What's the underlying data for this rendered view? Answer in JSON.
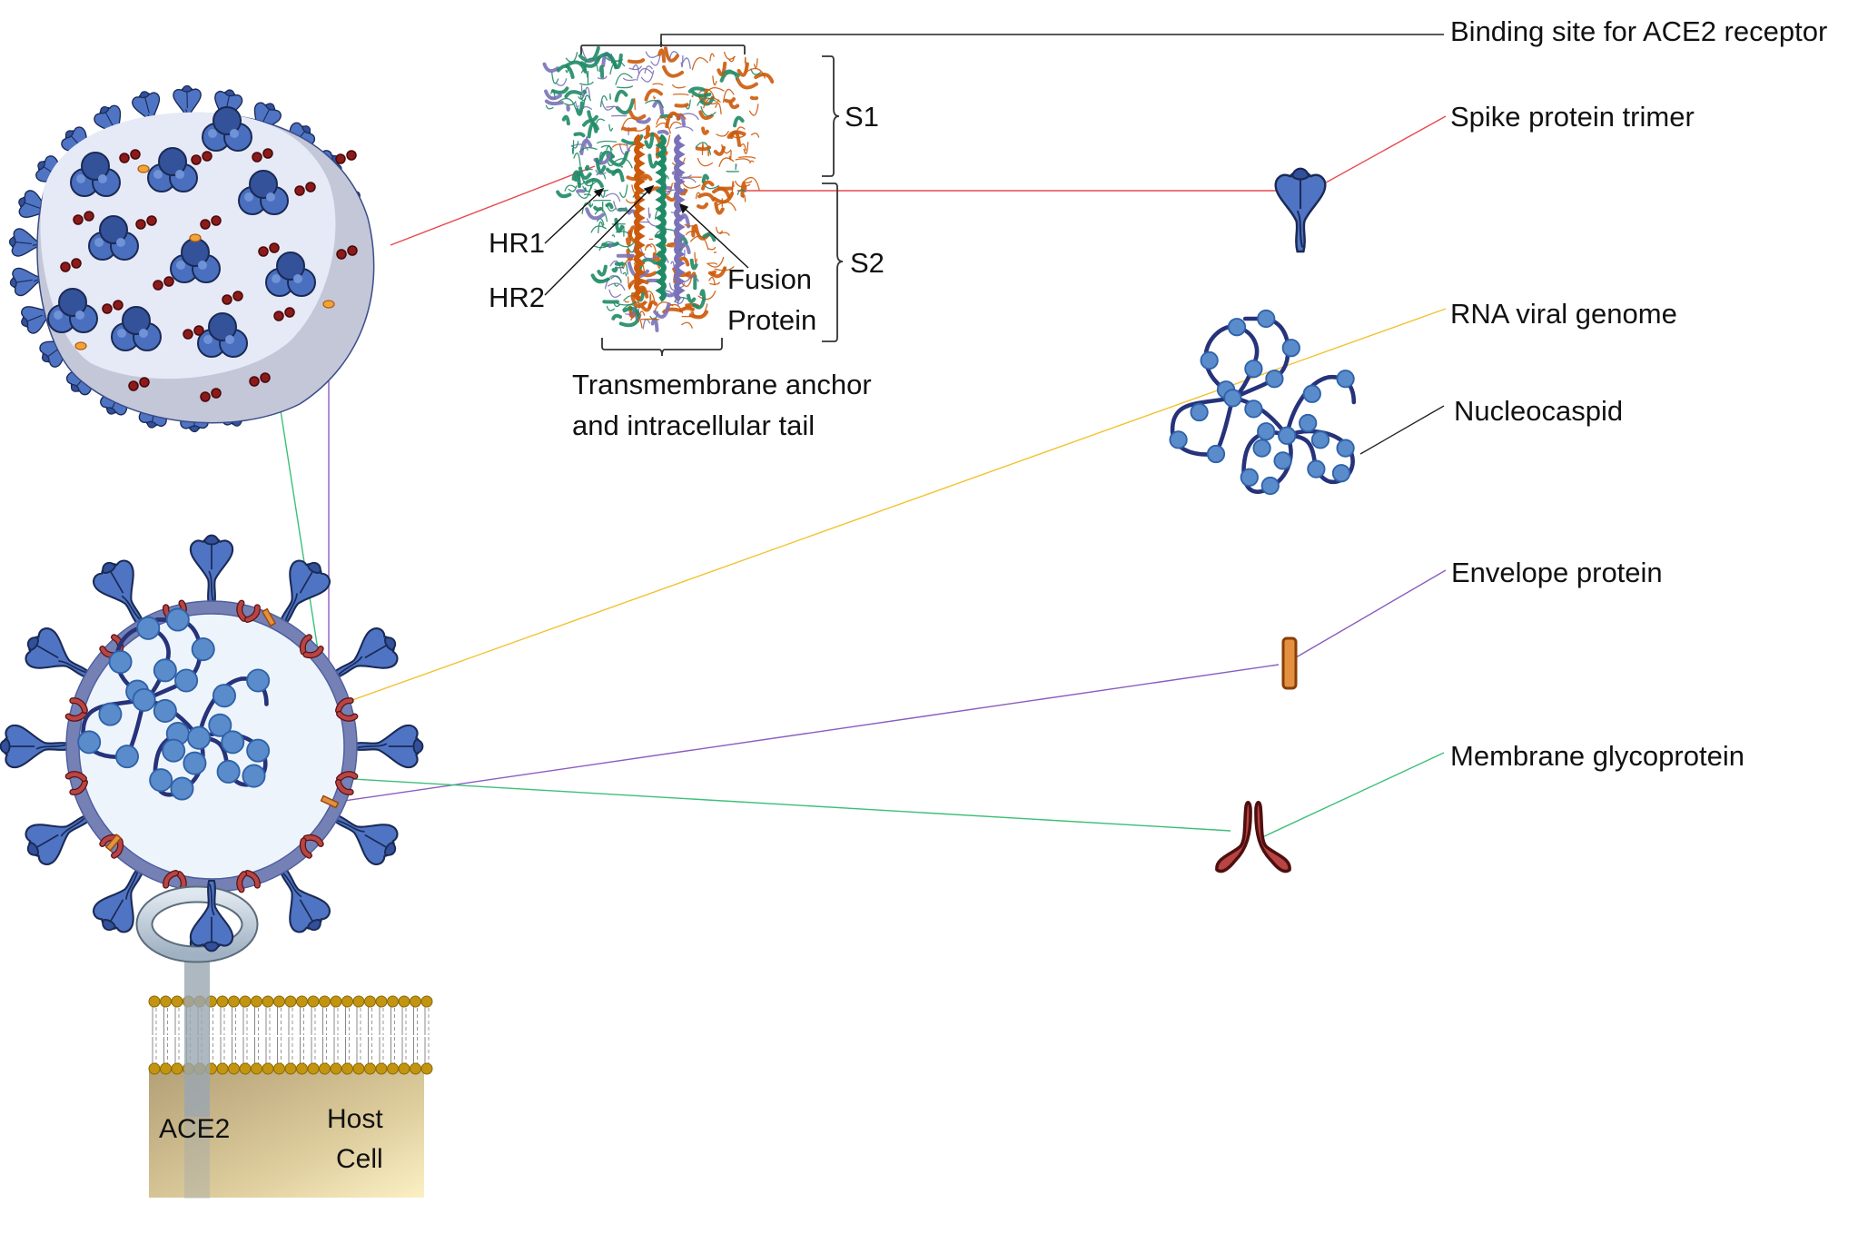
{
  "labels": {
    "binding_site": "Binding site for ACE2 receptor",
    "spike_trimer": "Spike protein trimer",
    "rna_genome": "RNA viral genome",
    "nucleocaspid": "Nucleocaspid",
    "envelope": "Envelope protein",
    "membrane_gp": "Membrane glycoprotein",
    "s1": "S1",
    "s2": "S2",
    "hr1": "HR1",
    "hr2": "HR2",
    "fusion_line1": "Fusion",
    "fusion_line2": "Protein",
    "tm_line1": "Transmembrane anchor",
    "tm_line2": "and intracellular tail",
    "ace2": "ACE2",
    "host_line1": "Host",
    "host_line2": "Cell"
  },
  "colors": {
    "spike_blue": "#4f74c4",
    "spike_dark": "#2f4d91",
    "outline": "#1a2a55",
    "rna_strand": "#26337a",
    "nucleo_bead": "#5a8bcb",
    "membrane_red": "#b84444",
    "envelope_orange": "#e39140",
    "virion_fill": "#e6eaf6",
    "virion_shadow": "#c3c7d8",
    "chain_green": "#1f8a66",
    "chain_orange": "#cc5a0a",
    "chain_purple": "#7a72b8",
    "leader_red": "#e8484f",
    "leader_yellow": "#f2c230",
    "leader_purple": "#8a5cc0",
    "leader_green": "#3cbf78",
    "lipid_head": "#c39410",
    "ace2_gray": "#a9b4bf",
    "cell_fill": "#d9c48e"
  }
}
